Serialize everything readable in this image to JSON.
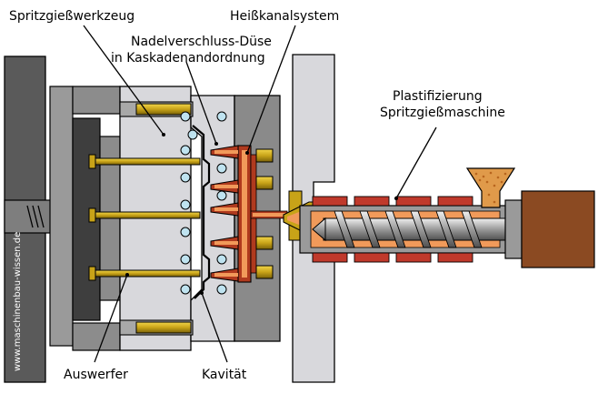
{
  "labels": {
    "mold": "Spritzgießwerkzeug",
    "hotrunner": "Heißkanalsystem",
    "nozzle_line1": "Nadelverschluss-Düse",
    "nozzle_line2": "in Kaskadenandordnung",
    "plast_line1": "Plastifizierung",
    "plast_line2": "Spritzgießmaschine",
    "ejector": "Auswerfer",
    "cavity": "Kavität"
  },
  "watermark": "www.maschinenbau-wissen.de",
  "colors": {
    "platen_dark": "#5a5a5a",
    "plate_gray": "#8a8a8a",
    "mold_light": "#d8d8dc",
    "hot_red": "#b03a1e",
    "melt_orange": "#f19a5a",
    "brass": "#c8a318",
    "cooling_blue": "#bfe3f0",
    "heater_band": "#c0392b",
    "motor_brown": "#8b4a22",
    "granulate": "#e09a4a"
  }
}
